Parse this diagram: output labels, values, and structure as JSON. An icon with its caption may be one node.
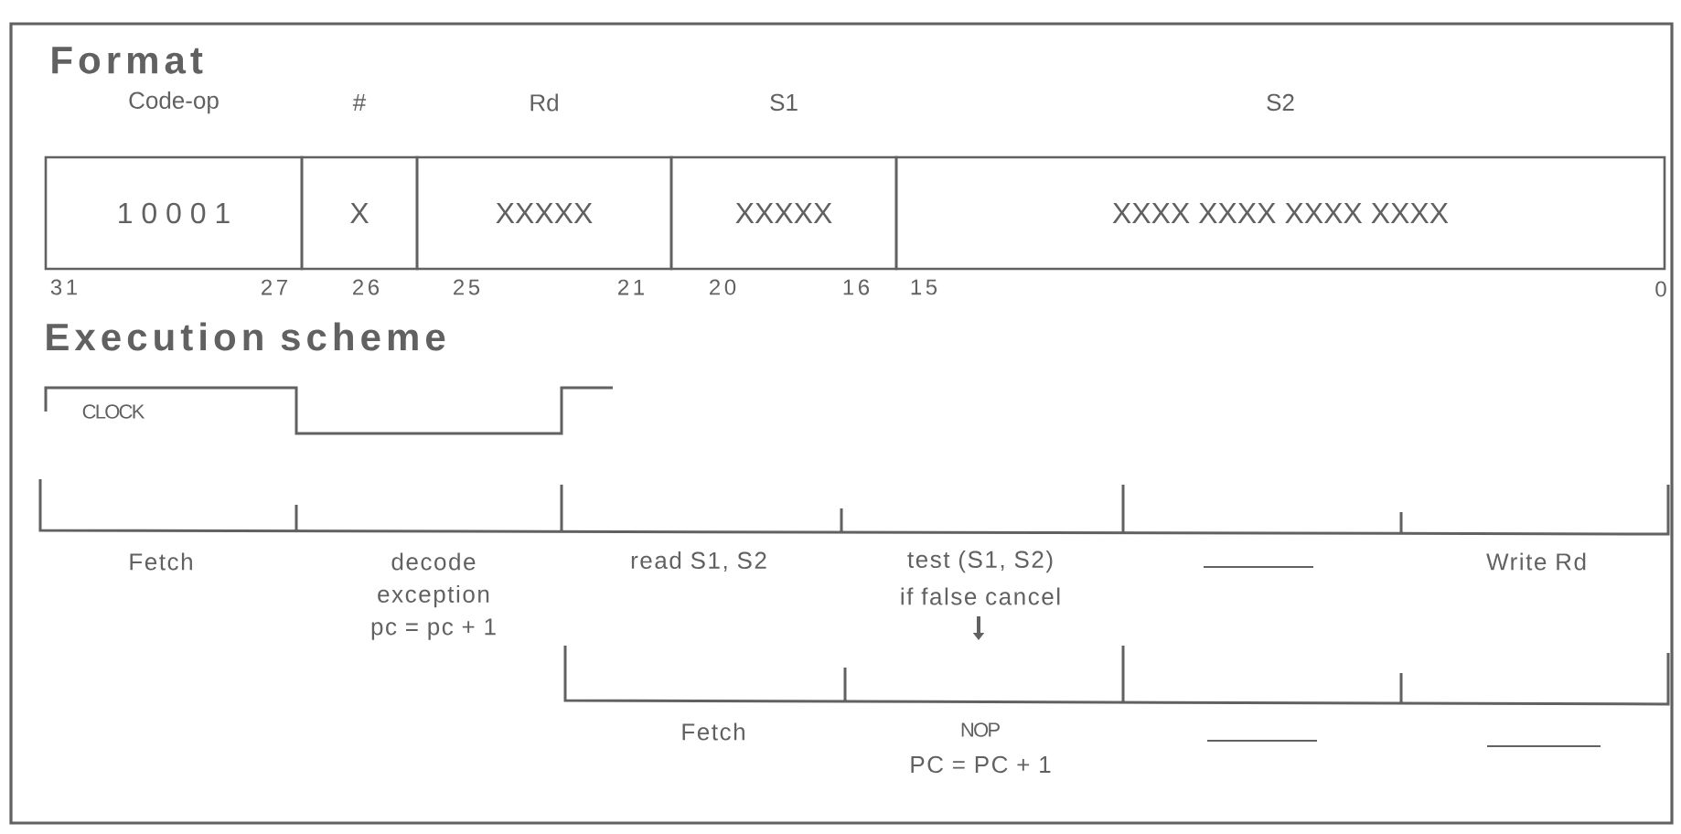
{
  "diagram": {
    "nodes": [
      {
        "text": [
          "Code-op",
          "1 0 0 0 1"
        ]
      },
      {
        "text": [
          "#",
          "X"
        ]
      },
      {
        "text": [
          "Rd",
          "XXXXX"
        ]
      },
      {
        "text": [
          "S1",
          "XXXXX"
        ]
      },
      {
        "text": [
          "S2",
          "XXXX XXXX XXXX XXXX"
        ]
      }
    ],
    "labels": [
      "Format",
      "31",
      "27",
      "26",
      "25",
      "21",
      "20",
      "16",
      "15",
      "0",
      "Execution scheme",
      "CLOCK",
      "Fetch",
      "decode",
      "read S1, S2",
      "test (S1, S2)",
      "Write Rd",
      "exception",
      "if false cancel",
      "pc = pc + 1",
      "Fetch",
      "NOP",
      "PC = PC + 1"
    ]
  }
}
